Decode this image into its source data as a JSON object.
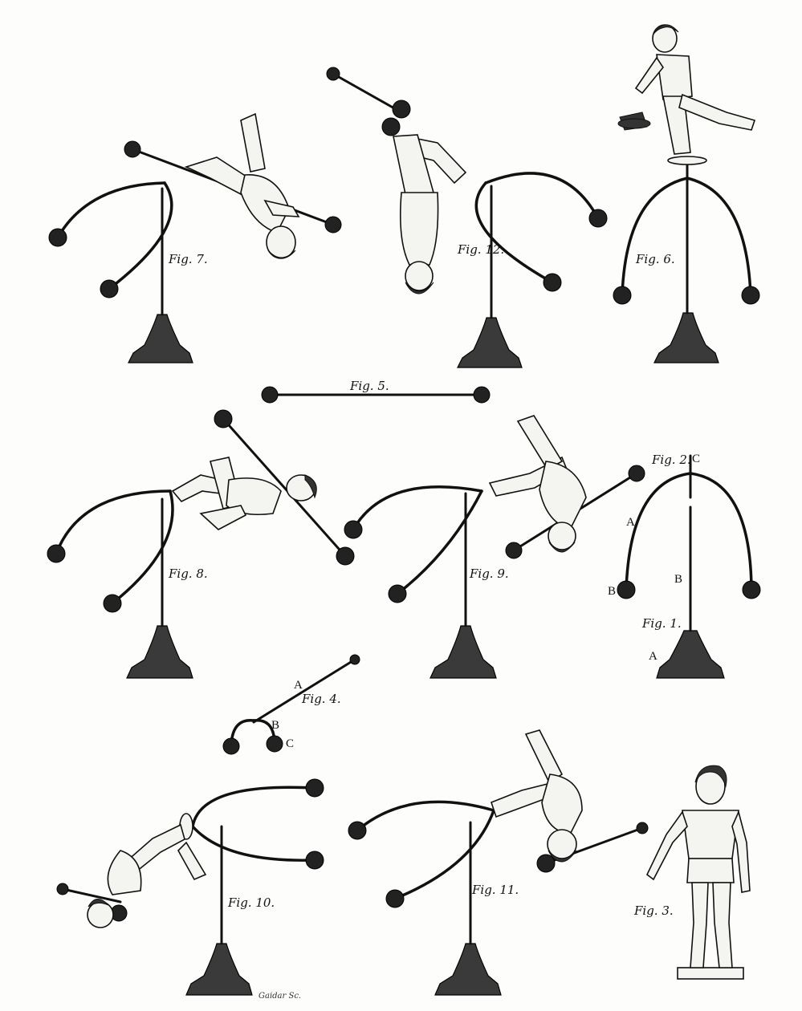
{
  "plate": {
    "background": "#fdfdfb",
    "ink": "#111111",
    "engraver_signature": "Gaidar Sc."
  },
  "figures": [
    {
      "id": "fig7",
      "label": "Fig. 7."
    },
    {
      "id": "fig12",
      "label": "Fig. 12."
    },
    {
      "id": "fig6",
      "label": "Fig. 6."
    },
    {
      "id": "fig5",
      "label": "Fig. 5."
    },
    {
      "id": "fig8",
      "label": "Fig. 8."
    },
    {
      "id": "fig9",
      "label": "Fig. 9."
    },
    {
      "id": "fig2",
      "label": "Fig. 2."
    },
    {
      "id": "fig1",
      "label": "Fig. 1."
    },
    {
      "id": "fig4",
      "label": "Fig. 4."
    },
    {
      "id": "fig10",
      "label": "Fig. 10."
    },
    {
      "id": "fig11",
      "label": "Fig. 11."
    },
    {
      "id": "fig3",
      "label": "Fig. 3."
    }
  ],
  "letters": {
    "fig2_c": "C",
    "fig2_a": "A",
    "fig2_b_left": "B",
    "fig1_b": "B",
    "fig1_a": "A",
    "fig4_a": "A",
    "fig4_b": "B",
    "fig4_c": "C"
  }
}
